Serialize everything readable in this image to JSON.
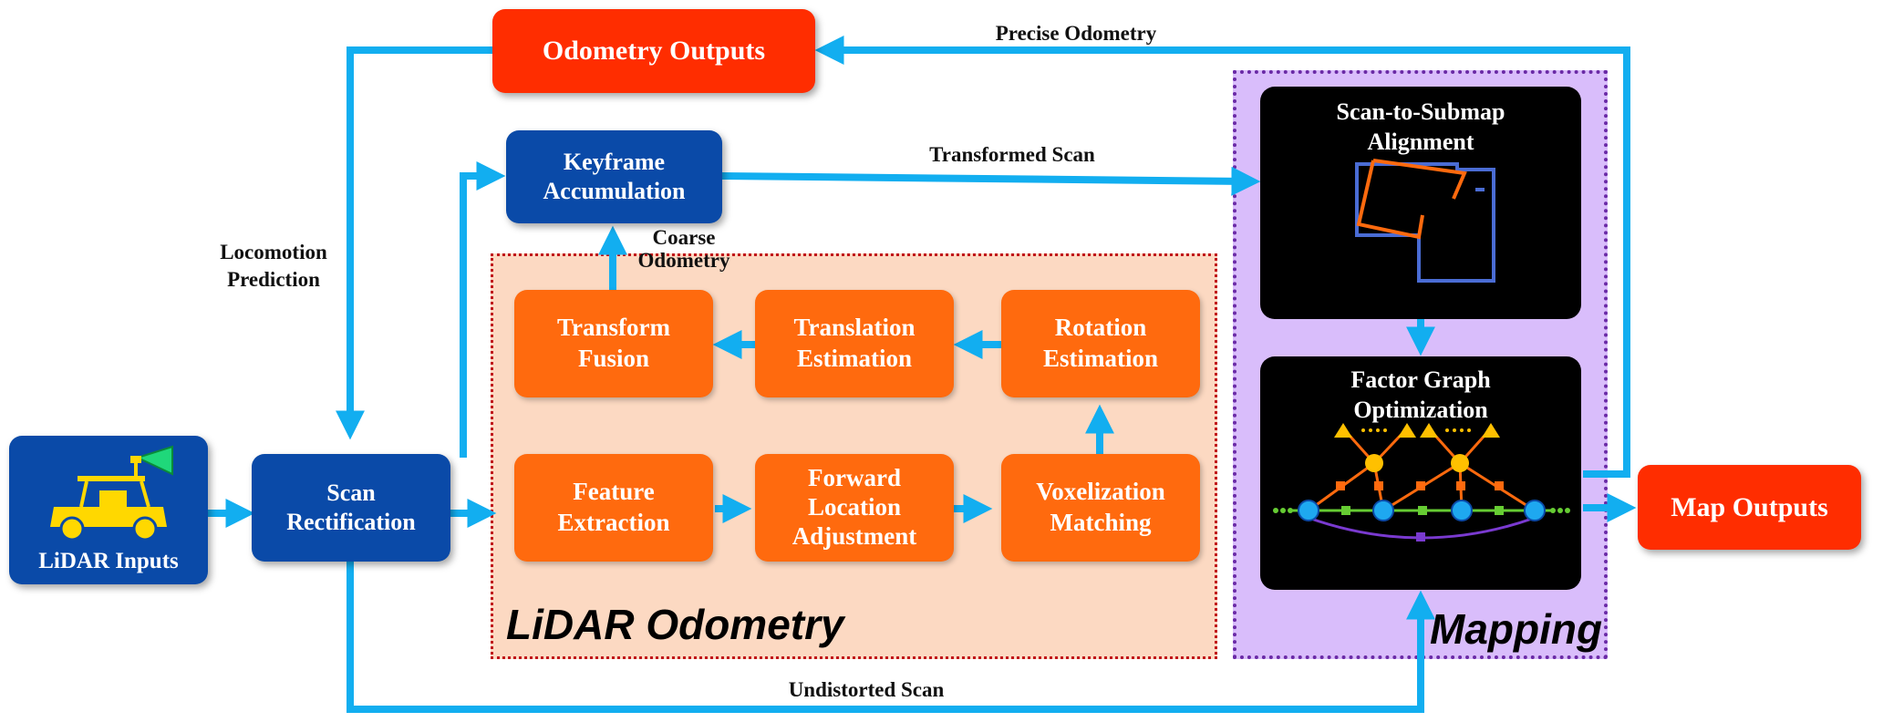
{
  "regions": {
    "lidar_odometry": "LiDAR Odometry",
    "mapping": "Mapping"
  },
  "nodes": {
    "odometry_outputs": "Odometry Outputs",
    "keyframe_accumulation": "Keyframe\nAccumulation",
    "lidar_inputs": "LiDAR Inputs",
    "scan_rectification": "Scan\nRectification",
    "transform_fusion": "Transform\nFusion",
    "translation_estimation": "Translation\nEstimation",
    "rotation_estimation": "Rotation\nEstimation",
    "feature_extraction": "Feature\nExtraction",
    "forward_location_adjustment": "Forward\nLocation\nAdjustment",
    "voxelization_matching": "Voxelization\nMatching",
    "scan_to_submap": "Scan-to-Submap\nAlignment",
    "factor_graph": "Factor Graph\nOptimization",
    "map_outputs": "Map Outputs"
  },
  "edge_labels": {
    "precise_odometry": "Precise Odometry",
    "transformed_scan": "Transformed Scan",
    "locomotion_prediction": "Locomotion\nPrediction",
    "coarse_odometry": "Coarse\nOdometry",
    "undistorted_scan": "Undistorted Scan"
  },
  "colors": {
    "arrow": "#12aef0",
    "blue_node": "#0a4aa8",
    "orange_node": "#ff6a0e",
    "red_node": "#ff2d00",
    "odometry_region_fill": "#fcd9c2",
    "odometry_region_border": "#c0141a",
    "mapping_region_fill": "#d9bdfb",
    "mapping_region_border": "#6a2aa6"
  },
  "icons": {
    "lidar_inputs": "vehicle-with-lidar-icon",
    "scan_to_submap": "scan-alignment-icon",
    "factor_graph": "factor-graph-icon"
  }
}
